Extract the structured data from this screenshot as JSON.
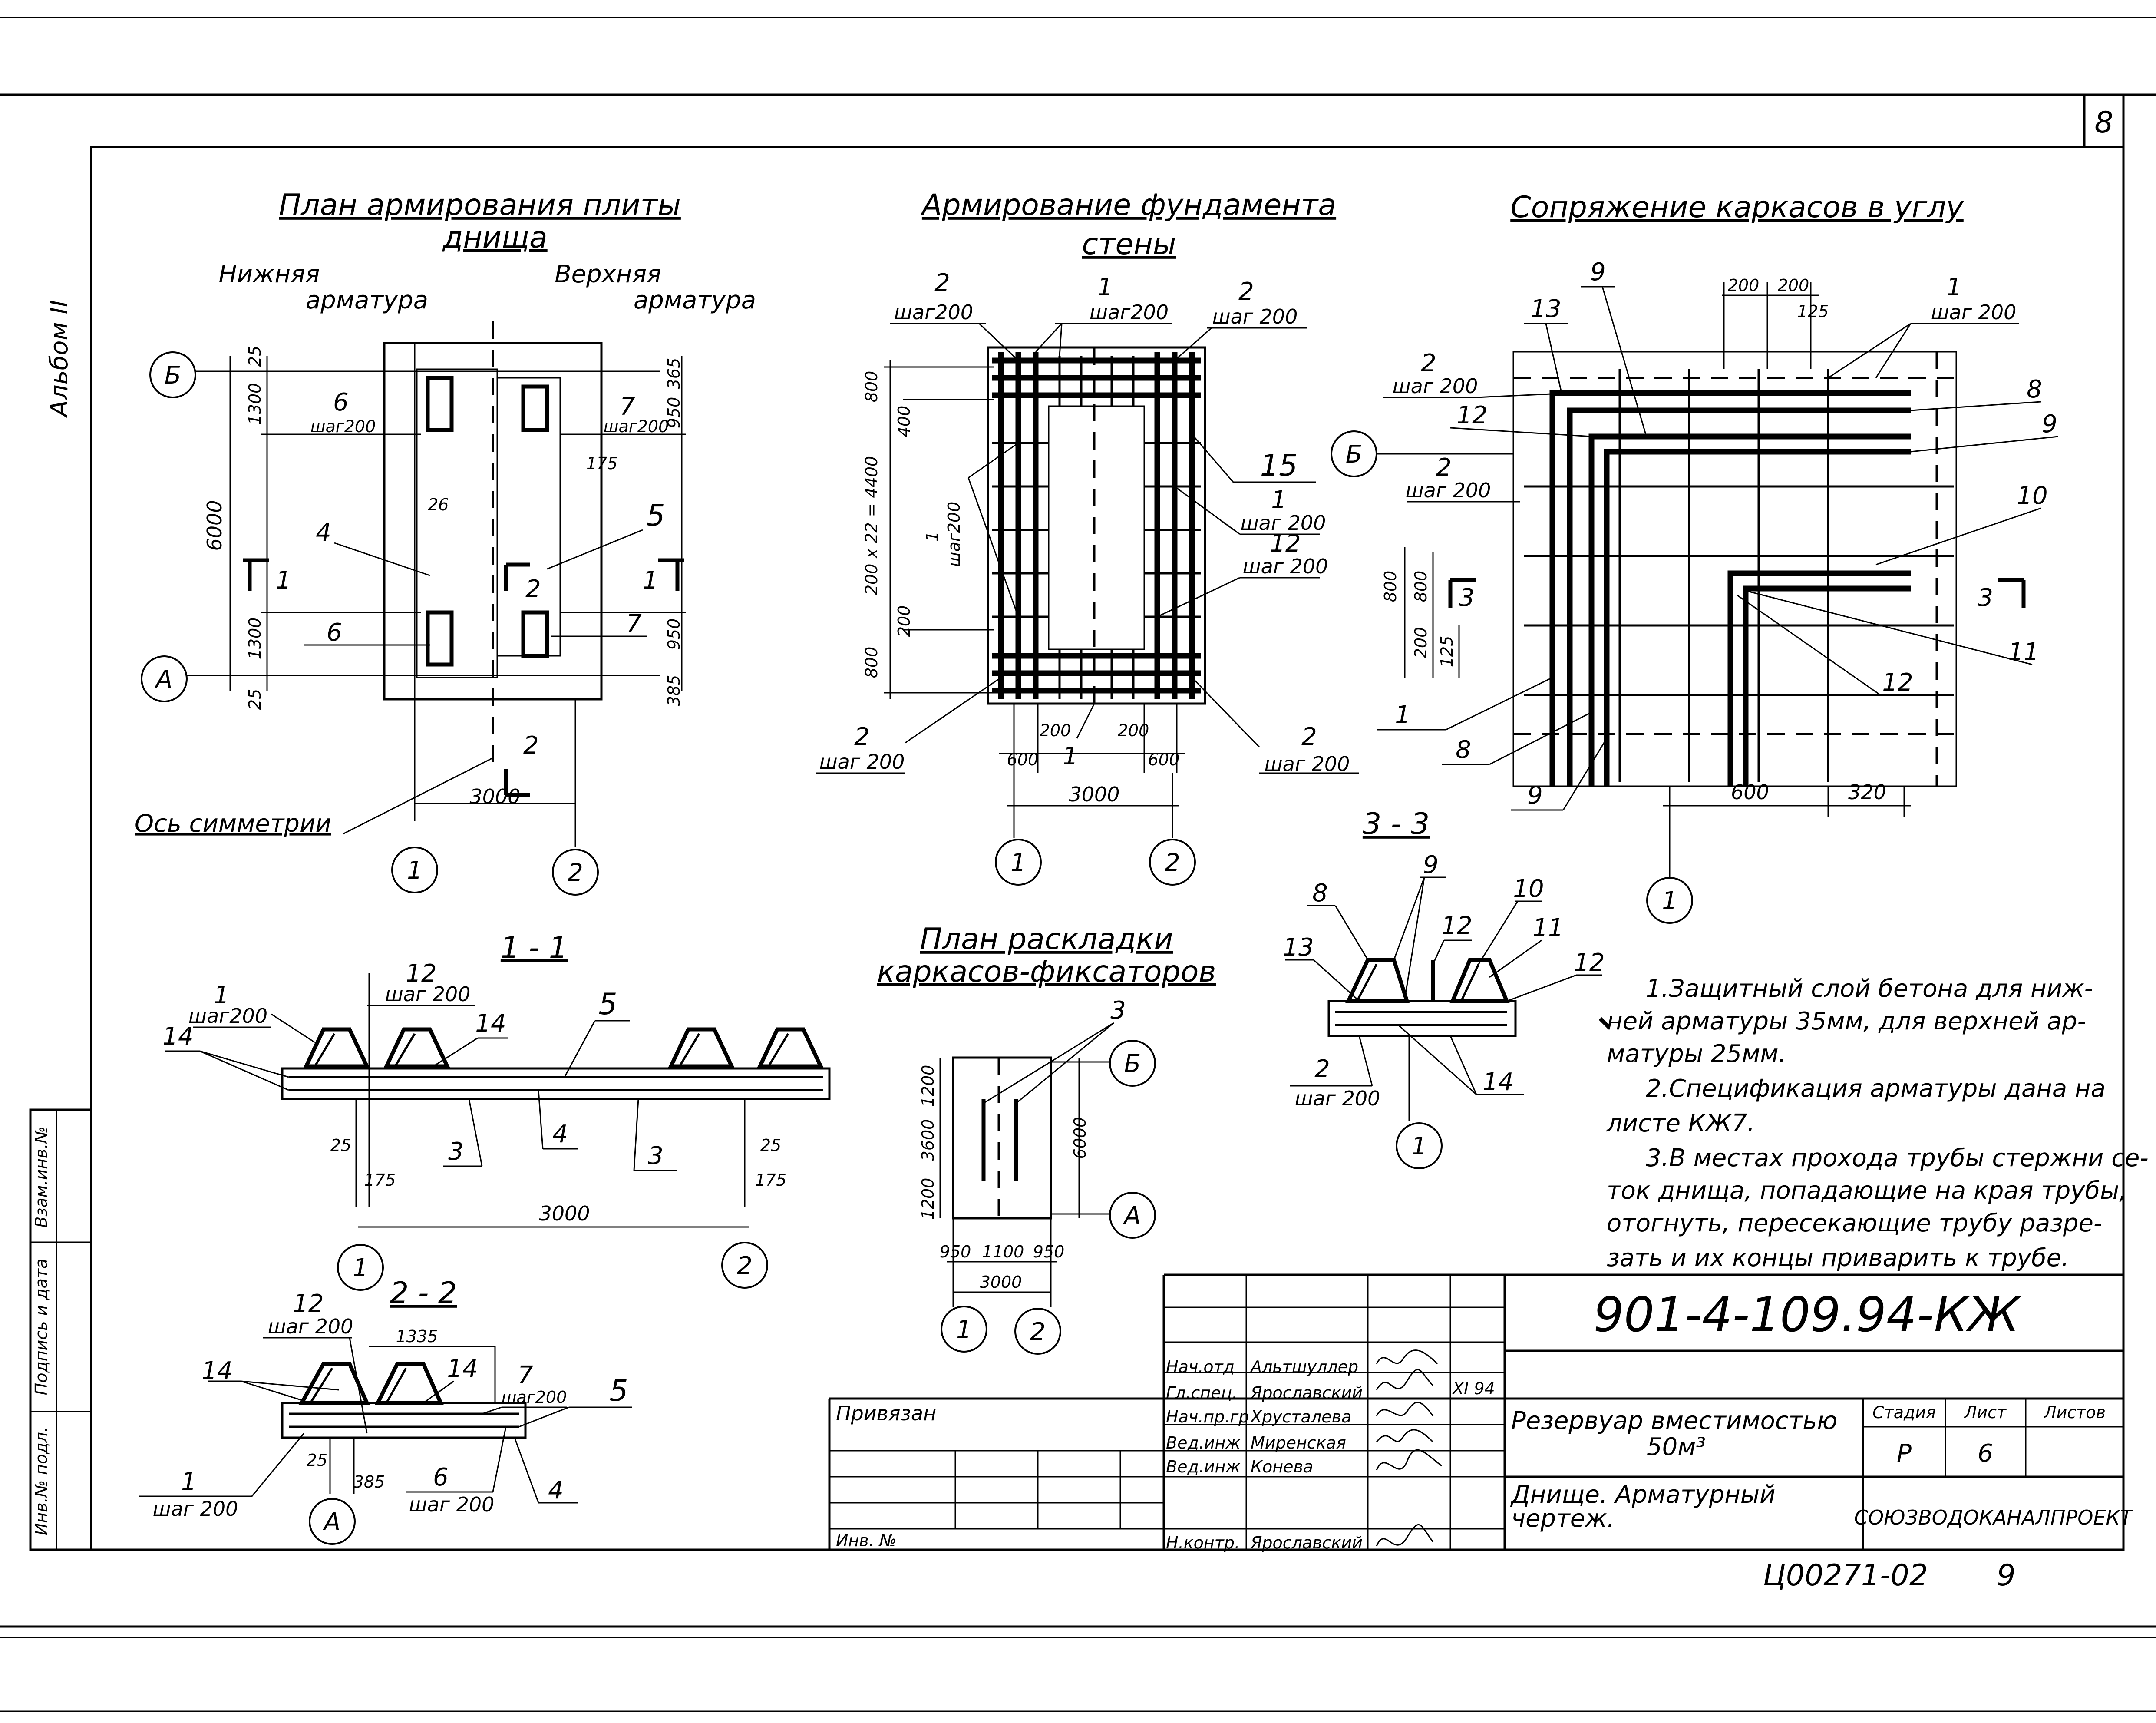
{
  "sheet": {
    "sheet_no": "8",
    "album": "Альбом II",
    "side_stamp": [
      "Инв.№ подл.",
      "Подпись и дата",
      "Взам.инв.№"
    ]
  },
  "plan_slab": {
    "title1": "План армирования плиты",
    "title2": "днища",
    "lower_label1": "Нижняя",
    "lower_label2": "арматура",
    "upper_label1": "Верхняя",
    "upper_label2": "арматура",
    "axis_b": "Б",
    "axis_a": "А",
    "axis_1": "1",
    "axis_2": "2",
    "dim_6000": "6000",
    "dim_1300_top": "1300",
    "dim_1300_bot": "1300",
    "dim_25_top": "25",
    "dim_25_bot": "25",
    "dim_365": "365",
    "dim_950_top": "950",
    "dim_950_bot": "950",
    "dim_385": "385",
    "dim_175": "175",
    "dim_26": "26",
    "dim_3000": "3000",
    "mark_6_top": "6",
    "mark_6_top_step": "шаг200",
    "mark_7_top": "7",
    "mark_7_top_step": "шаг200",
    "mark_4": "4",
    "mark_5": "5",
    "mark_6_bot": "6",
    "mark_7_bot": "7",
    "section_1_left": "1",
    "section_1_right": "1",
    "section_2_mid": "2",
    "section_2_bot": "2",
    "axis_of_symmetry": "Ось симметрии"
  },
  "found_wall": {
    "title1": "Армирование фундамента",
    "title2": "стены",
    "mark_2_tl": "2",
    "step_tl": "шаг200",
    "mark_1_top": "1",
    "step_top": "шаг200",
    "mark_2_tr": "2",
    "step_tr": "шаг 200",
    "dim_800_top": "800",
    "dim_400": "400",
    "dim_200x22": "200 x 22 = 4400",
    "dim_200": "200",
    "dim_800_bot": "800",
    "mark_1_left": "1",
    "step_left": "шаг200",
    "mark_15": "15",
    "mark_1_right": "1",
    "step_right": "шаг 200",
    "mark_12_right": "12",
    "step_12_right": "шаг 200",
    "mark_2_bl": "2",
    "step_bl": "шаг 200",
    "mark_2_br": "2",
    "step_br": "шаг 200",
    "dim_600_l": "600",
    "dim_200_l": "200",
    "mark_1_bot": "1",
    "dim_200_r": "200",
    "dim_600_r": "600",
    "dim_3000": "3000",
    "axis_1": "1",
    "axis_2": "2"
  },
  "corner": {
    "title": "Сопряжение каркасов в углу",
    "mark_9_top": "9",
    "dim_200a": "200",
    "dim_200b": "200",
    "dim_125_top": "125",
    "mark_1": "1",
    "step_1": "шаг 200",
    "mark_13": "13",
    "mark_2_a": "2",
    "step_2_a": "шаг 200",
    "mark_8_r": "8",
    "mark_12_a": "12",
    "mark_9_r": "9",
    "axis_b": "Б",
    "mark_2_b": "2",
    "step_2_b": "шаг 200",
    "mark_10": "10",
    "dim_800": "800",
    "dim_800b": "800",
    "dim_200": "200",
    "dim_125": "125",
    "section_3_l": "3",
    "section_3_r": "3",
    "mark_11": "11",
    "mark_12_b": "12",
    "mark_1_b": "1",
    "mark_8_b": "8",
    "mark_9_b": "9",
    "dim_600": "600",
    "dim_320": "320",
    "axis_1": "1"
  },
  "sec11": {
    "title": "1 - 1",
    "mark_12": "12",
    "step_12": "шаг 200",
    "mark_1": "1",
    "step_1": "шаг200",
    "mark_14_l": "14",
    "mark_14_r": "14",
    "mark_5": "5",
    "mark_3_l": "3",
    "mark_4": "4",
    "mark_3_r": "3",
    "dim_25_l": "25",
    "dim_175_l": "175",
    "dim_25_r": "25",
    "dim_175_r": "175",
    "dim_3000": "3000",
    "axis_1": "1",
    "axis_2": "2"
  },
  "sec22": {
    "title": "2 - 2",
    "mark_12": "12",
    "step_12": "шаг 200",
    "dim_1335": "1335",
    "mark_14_l": "14",
    "mark_14_r": "14",
    "mark_7": "7",
    "step_7": "шаг200",
    "mark_5": "5",
    "mark_1": "1",
    "step_1": "шаг 200",
    "dim_25": "25",
    "dim_385": "385",
    "mark_6": "6",
    "step_6": "шаг 200",
    "mark_4": "4",
    "axis_a": "А"
  },
  "fixers": {
    "title1": "План раскладки",
    "title2": "каркасов-фиксаторов",
    "mark_3": "3",
    "axis_b": "Б",
    "axis_a": "А",
    "dim_1200_top": "1200",
    "dim_3600": "3600",
    "dim_1200_bot": "1200",
    "dim_6000": "6000",
    "dim_950_l": "950",
    "dim_1100": "1100",
    "dim_950_r": "950",
    "dim_3000": "3000",
    "axis_1": "1",
    "axis_2": "2"
  },
  "sec33": {
    "title": "3 - 3",
    "mark_9": "9",
    "mark_8": "8",
    "mark_10": "10",
    "mark_12_a": "12",
    "mark_11": "11",
    "mark_13": "13",
    "mark_12_b": "12",
    "mark_2": "2",
    "step_2": "шаг 200",
    "mark_14": "14",
    "axis_1": "1"
  },
  "notes": [
    "1.Защитный слой бетона для ниж-",
    "ней арматуры 35мм, для верхней ар-",
    "матуры 25мм.",
    "2.Спецификация арматуры дана на",
    "листе КЖ7.",
    "3.В местах прохода трубы стержни се-",
    "ток днища, попадающие на края трубы,",
    "отогнуть, пересекающие трубу разре-",
    "зать и их концы приварить к трубе."
  ],
  "title_block": {
    "doc_code": "901-4-109.94-КЖ",
    "bound": "Привязан",
    "inv_no": "Инв. №",
    "roles": [
      "Нач.отд",
      "Гл.спец.",
      "Нач.пр.гр",
      "Вед.инж",
      "Вед.инж"
    ],
    "names": [
      "Альтшуллер",
      "Ярославский",
      "Хрусталева",
      "Миренская",
      "Конева"
    ],
    "norm_role": "Н.контр.",
    "norm_name": "Ярославский",
    "sign_date": "XI 94",
    "object_name1": "Резервуар вместимостью",
    "object_name2": "50м³",
    "drawing_name1": "Днище. Арматурный",
    "drawing_name2": "чертеж.",
    "h_stage": "Стадия",
    "h_sheet": "Лист",
    "h_sheets": "Листов",
    "stage": "Р",
    "sheet": "6",
    "sheets": "",
    "org": "СОЮЗВОДОКАНАЛПРОЕКТ",
    "archive_no": "Ц00271-02",
    "archive_page": "9"
  }
}
